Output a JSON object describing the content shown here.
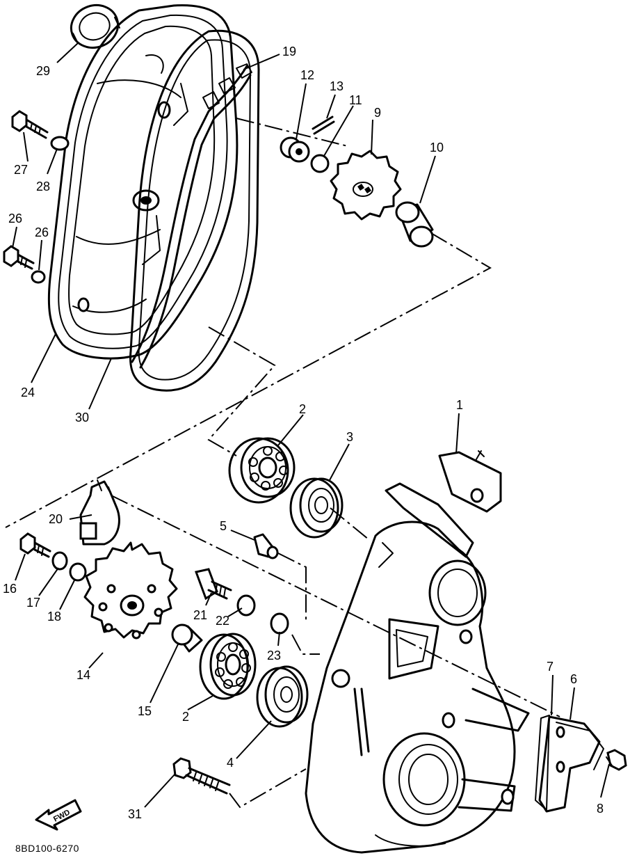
{
  "diagram": {
    "part_code": "8BD100-6270",
    "direction_label": "FWD",
    "callouts": {
      "c1": "1",
      "c2a": "2",
      "c2b": "2",
      "c3": "3",
      "c4": "4",
      "c5": "5",
      "c6": "6",
      "c7": "7",
      "c8": "8",
      "c9": "9",
      "c10": "10",
      "c11": "11",
      "c12": "12",
      "c13": "13",
      "c14": "14",
      "c15": "15",
      "c16": "16",
      "c17": "17",
      "c18": "18",
      "c19": "19",
      "c20": "20",
      "c21": "21",
      "c22": "22",
      "c23": "23",
      "c24": "24",
      "c26a": "26",
      "c26b": "26",
      "c27": "27",
      "c28": "28",
      "c29": "29",
      "c30": "30",
      "c31": "31"
    }
  }
}
